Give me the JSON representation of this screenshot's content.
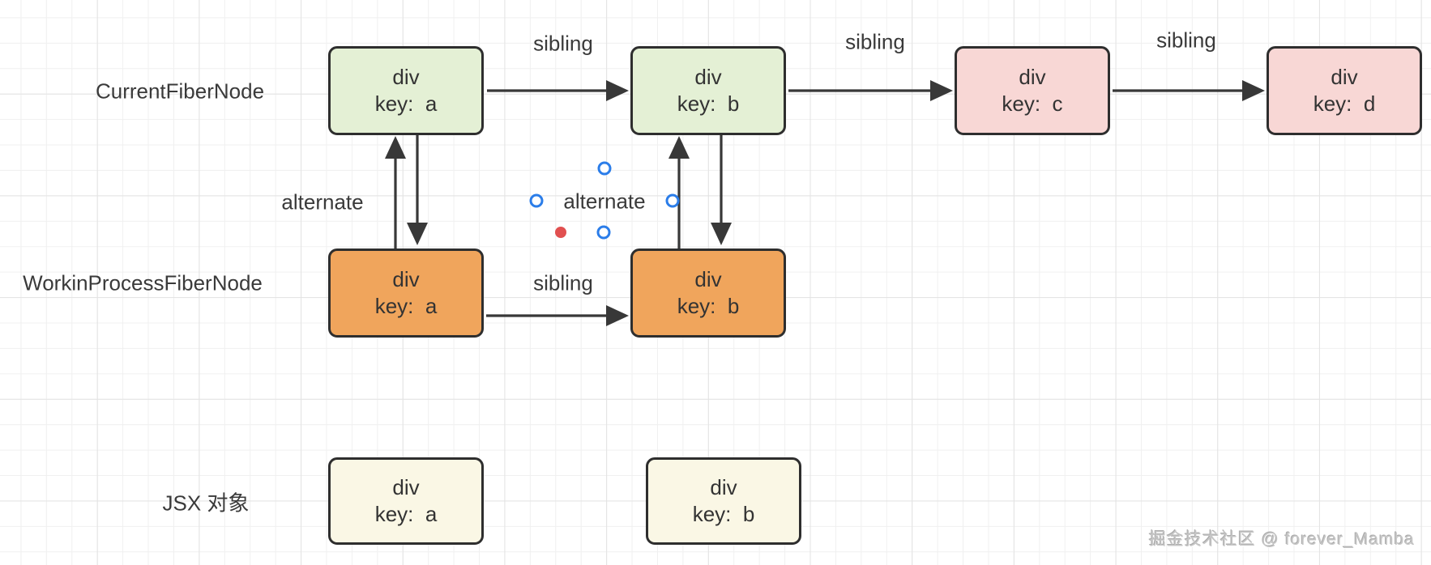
{
  "canvas": {
    "row_labels": {
      "current": "CurrentFiberNode",
      "wip": "WorkinProcessFiberNode",
      "jsx": "JSX 对象"
    },
    "edge_labels": {
      "sibling": "sibling",
      "alternate": "alternate"
    },
    "nodes": {
      "current_a": {
        "line1": "div",
        "line2": "key:  a"
      },
      "current_b": {
        "line1": "div",
        "line2": "key:  b"
      },
      "current_c": {
        "line1": "div",
        "line2": "key:  c"
      },
      "current_d": {
        "line1": "div",
        "line2": "key:  d"
      },
      "wip_a": {
        "line1": "div",
        "line2": "key:  a"
      },
      "wip_b": {
        "line1": "div",
        "line2": "key:  b"
      },
      "jsx_a": {
        "line1": "div",
        "line2": "key:  a"
      },
      "jsx_b": {
        "line1": "div",
        "line2": "key:  b"
      }
    },
    "watermark": "掘金技术社区 @ forever_Mamba",
    "colors": {
      "current_node_fill": "#e4f0d5",
      "wip_node_fill": "#f0a55c",
      "new_node_fill": "#f8d7d5",
      "jsx_node_fill": "#faf7e5",
      "node_border": "#2e2e2e",
      "arrow": "#383838",
      "selection_handle_blue": "#2b7de9",
      "laser_dot_red": "#e15050"
    }
  }
}
